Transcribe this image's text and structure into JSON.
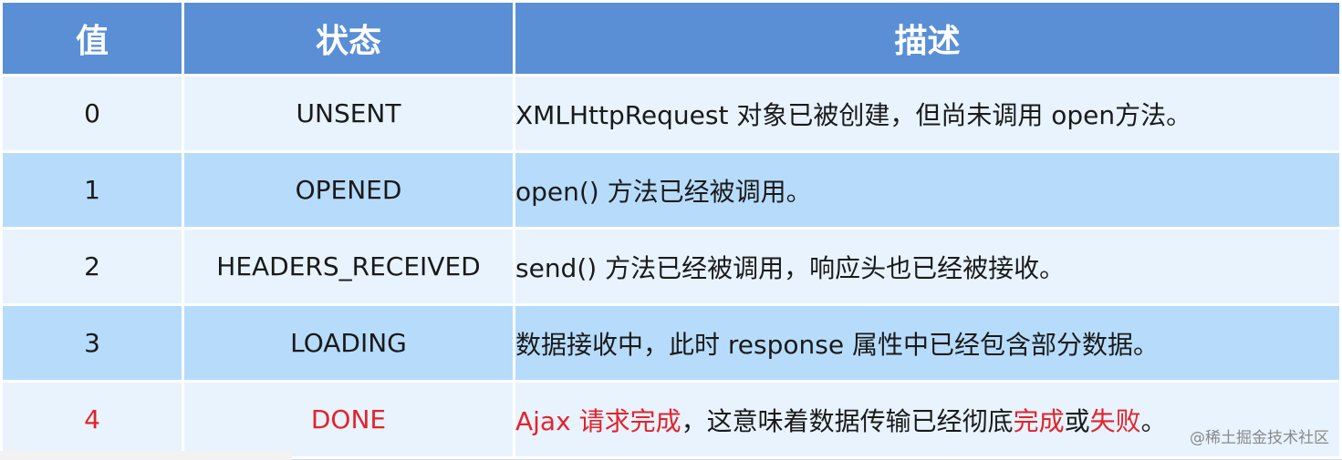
{
  "table": {
    "headers": [
      "值",
      "状态",
      "描述"
    ],
    "rows": [
      {
        "value": "0",
        "state": "UNSENT",
        "desc": "XMLHttpRequest 对象已被创建，但尚未调用 open方法。"
      },
      {
        "value": "1",
        "state": "OPENED",
        "desc": "open() 方法已经被调用。"
      },
      {
        "value": "2",
        "state": "HEADERS_RECEIVED",
        "desc": "send() 方法已经被调用，响应头也已经被接收。"
      },
      {
        "value": "3",
        "state": "LOADING",
        "desc": "数据接收中，此时 response 属性中已经包含部分数据。"
      },
      {
        "value": "4",
        "state": "DONE",
        "desc_parts": [
          "Ajax 请求完成",
          "，这意味着数据传输已经彻底",
          "完成",
          "或",
          "失败",
          "。"
        ]
      }
    ]
  },
  "watermark": "@稀土掘金技术社区",
  "colors": {
    "header_bg": "#5a8fd6",
    "row_light": "#e8f3fd",
    "row_dark": "#b7dcfb",
    "highlight_red": "#e3232b"
  }
}
